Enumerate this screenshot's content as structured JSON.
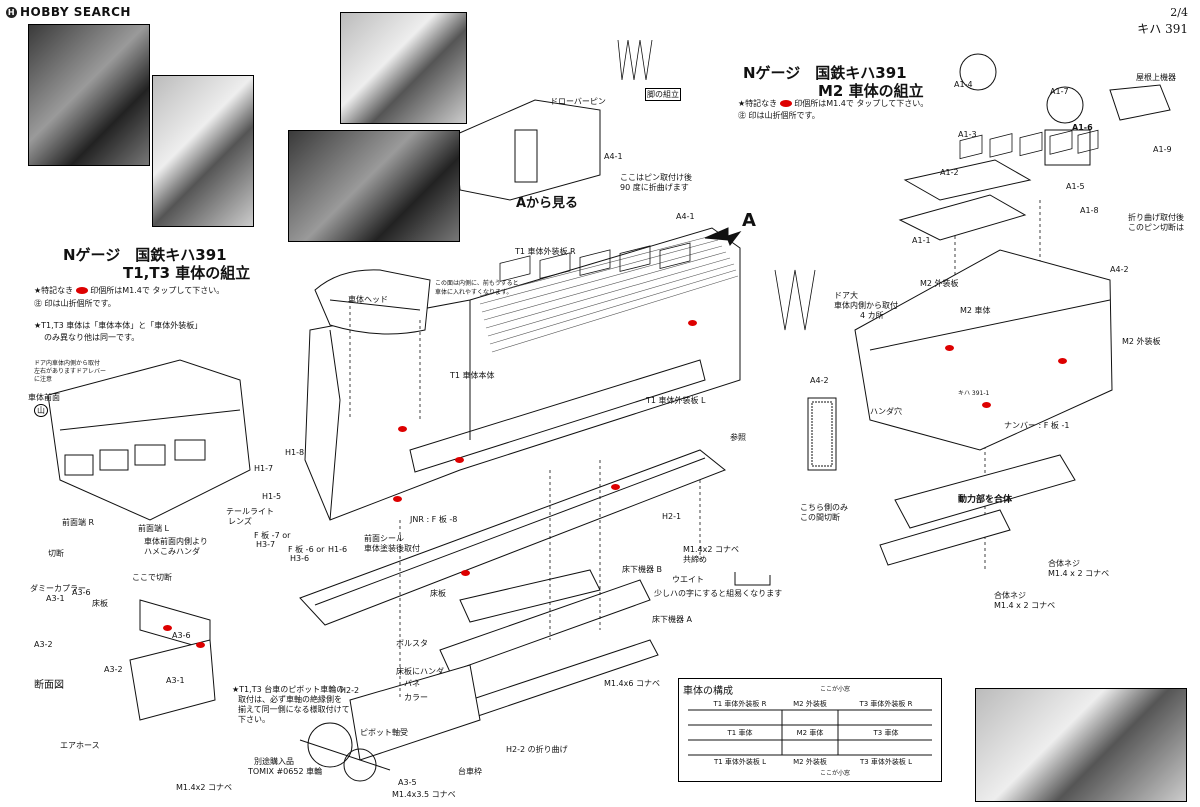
{
  "watermark": "HOBBY SEARCH",
  "page": {
    "number": "2/4",
    "model": "キハ 391"
  },
  "sections": {
    "t_title_1": "Nゲージ　国鉄キハ391",
    "t_title_2": "T1,T3 車体の組立",
    "m_title_1": "Nゲージ　国鉄キハ391",
    "m_title_2": "M2 車体の組立",
    "note_tap": "印個所はM1.4で タップして下さい。",
    "note_tap_m": "印個所はM1.4で タップして下さい。",
    "note_star": "★特記なき",
    "note_star_m": "★特記なき",
    "note_fold": "㊟ 印は山折個所です。",
    "note_fold_m": "㊟ 印は山折個所です。",
    "note_t13_1": "★T1,T3 車体は「車体本体」と「車体外装板」",
    "note_t13_2": "のみ異なり他は同一です。",
    "a_view": "Aから見る"
  },
  "labels": {
    "draw_pin": "ドローバーピン",
    "pin_note_1": "ここはピン取付け後",
    "pin_note_2": "90 度に折曲げます",
    "fold_assembly": "脚の組立",
    "a41": "A4-1",
    "a41b": "A4-1",
    "arrow_a": "A",
    "t1_side_r": "T1 車体外装板 R",
    "head": "車体ヘッド",
    "head_note_1": "この面は内側に、前もうすると",
    "head_note_2": "車体に入れやすくなります。",
    "t1_body": "T1 車体本体",
    "t1_side_l": "T1 車体外装板 L",
    "ref": "参照",
    "door_note_1": "ドア内車体内側から取付",
    "door_note_2": "左右がありますドアレバー",
    "door_note_3": "に注意",
    "front_face": "車体前面",
    "h18": "H1-8",
    "h17": "H1-7",
    "h15": "H1-5",
    "tail_lens_1": "テールライト",
    "tail_lens_2": "レンズ",
    "f_plate": "F 板 -7 or",
    "h37": "H3-7",
    "f_plate2": "F 板 -6 or",
    "h36": "H3-6",
    "h16": "H1-6",
    "front_seal_1": "前面シール",
    "front_seal_2": "車体塗装後取付",
    "jnr": "JNR : F 板 -8",
    "h21": "H2-1",
    "screw_1": "M1.4x2 コナベ",
    "screw_1b": "共締め",
    "front_r": "前面端 R",
    "front_l": "前面端 L",
    "front_note_1": "車体前面内側より",
    "front_note_2": "ハメこみハンダ",
    "cut_here": "ここで切断",
    "cut": "切断",
    "dummy_coupler": "ダミーカプラー",
    "a31": "A3-1",
    "a36": "A3-6",
    "floor": "床板",
    "a32": "A3-2",
    "floor2": "床板",
    "a36b": "A3-6",
    "under_b": "床下機器 B",
    "weight": "ウエイト",
    "weight_note": "少しハの字にすると組易くなります",
    "under_a": "床下機器 A",
    "section": "断面図",
    "a32b": "A3-2",
    "a31b": "A3-1",
    "air_hose": "エアホース",
    "screw_2": "M1.4x2 コナベ",
    "bolster": "ボルスタ",
    "solder_floor": "床板にハンダ",
    "spring": "バネ",
    "collar": "カラー",
    "h22": "H2-2",
    "pivot_note_1": "★T1,T3 台車のピボット車輪の",
    "pivot_note_2": "取付は、必ず車軸の絶縁側を",
    "pivot_note_3": "揃えて同一側になる様取付けて",
    "pivot_note_4": "下さい。",
    "pivot": "ピボット軸受",
    "sold_sep": "別途購入品",
    "tomix": "TOMIX #0652 車輪",
    "a35": "A3-5",
    "screw_3": "M1.4x3.5 コナベ",
    "bogie": "台車枠",
    "h22_fold": "H2-2 の折り曲げ",
    "screw_4": "M1.4x6 コナベ",
    "a14": "A1-4",
    "a17": "A1-7",
    "a16": "A1-6",
    "a13": "A1-3",
    "a15": "A1-5",
    "roof_equip": "屋根上機器",
    "a19": "A1-9",
    "a12": "A1-2",
    "a11": "A1-1",
    "a18": "A1-8",
    "fold_pin_1": "折り曲げ取付後",
    "fold_pin_2": "このピン切断は",
    "m2_side": "M2 外装板",
    "door_m_1": "ドア大",
    "door_m_2": "車体内側から取付",
    "door_m_3": "4 カ所",
    "m2_body": "M2 車体",
    "a42": "A4-2",
    "m2_side_b": "M2 外装板",
    "a42b": "A4-2",
    "handle": "ハンダ穴",
    "number": "ナンバー : F 板 -1",
    "kiha": "キハ 391-1",
    "this_side_1": "こちら側のみ",
    "this_side_2": "この間切断",
    "power": "動力部を合体",
    "screw_5": "合体ネジ",
    "screw_5b": "M1.4 x 2 コナベ",
    "screw_6": "合体ネジ",
    "screw_6b": "M1.4 x 2 コナベ",
    "yama": "山"
  },
  "legend": {
    "title": "車体の構成",
    "small_window": "ここが小窓",
    "small_window_b": "ここが小窓",
    "top_r1": "T1 車体外装板 R",
    "top_r2": "M2 外装板",
    "top_r3": "T3 車体外装板 R",
    "mid_1": "T1 車体",
    "mid_2": "M2 車体",
    "mid_3": "T3 車体",
    "bot_l1": "T1 車体外装板 L",
    "bot_l2": "M2 外装板",
    "bot_l3": "T3 車体外装板 L"
  },
  "colors": {
    "accent_red": "#dd0000",
    "ink": "#111111"
  }
}
